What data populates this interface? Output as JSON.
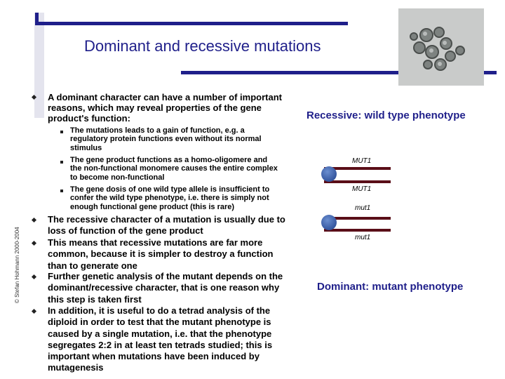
{
  "slide": {
    "title": "Dominant and recessive mutations",
    "copyright": "© Stefan Hohmann 2000-2004",
    "photo_icon": "yeast-cells-micrograph",
    "accent_color": "#1f1f8a"
  },
  "bullets": {
    "b1": "A dominant character can have a number of important reasons, which may reveal properties of the gene product's function:",
    "sub1": "The mutations leads to a gain of function, e.g. a regulatory protein functions even without its normal stimulus",
    "sub2": "The gene product functions as a homo-oligomere and the non-functional monomere causes the entire complex to become non-functional",
    "sub3": "The gene dosis of one wild type allele is insufficient to confer the wild type phenotype, i.e. there is simply not enough functional gene product (this is rare)",
    "b2": "The recessive character of a mutation is usually due to loss of function of the gene product",
    "b3": "This means that recessive mutations are far more common, because it is simpler to destroy a function than to generate one",
    "b4": "Further genetic analysis of the mutant depends on the dominant/recessive character, that is one reason why this step is taken first",
    "b5": "In addition, it is useful to do a tetrad analysis of the diploid in order to test that the mutant phenotype is caused by a single mutation, i.e. that the phenotype segregates 2:2 in at least ten tetrads studied; this is important when mutations have been induced by mutagenesis"
  },
  "diagram": {
    "recessive_label": "Recessive: wild type phenotype",
    "dominant_label": "Dominant: mutant phenotype",
    "pair1": {
      "top_gene": "MUT1",
      "bottom_gene": "MUT1"
    },
    "pair2": {
      "top_gene": "mut1",
      "bottom_gene": "mut1"
    }
  }
}
